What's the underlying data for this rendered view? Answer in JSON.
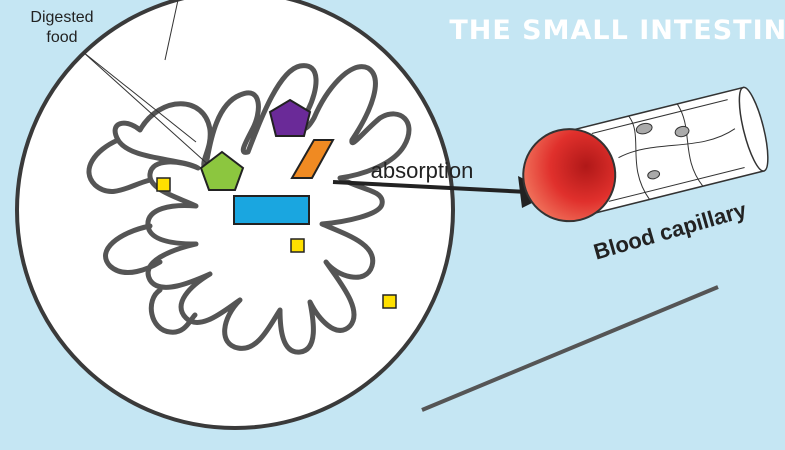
{
  "diagram": {
    "title": "THE SMALL INTESTINE",
    "labels": {
      "digested_food_line1": "Digested",
      "digested_food_line2": "food",
      "absorption": "absorption",
      "blood_capillary": "Blood capillary"
    },
    "colors": {
      "background": "#c5e6f3",
      "title": "#ffffff",
      "purple_molecule": "#6a2a98",
      "orange_molecule": "#f08a22",
      "green_molecule": "#8cc63f",
      "blue_molecule": "#1aa6e0",
      "yellow_molecule": "#ffe000",
      "capillary_red": "#e0302c"
    },
    "icons": [
      "pentagon-molecule",
      "rectangle-molecule",
      "square-molecule",
      "rhombus-molecule",
      "arrow",
      "capillary-tube"
    ]
  }
}
